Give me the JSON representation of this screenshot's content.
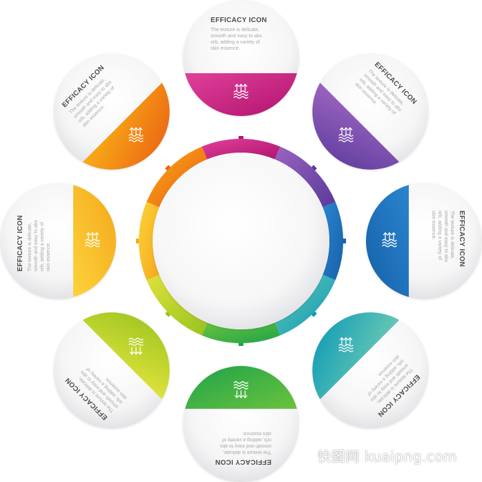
{
  "items": [
    {
      "title": "EFFICACY ICON",
      "desc": [
        "The texture is delicate,",
        "smooth and easy to abs",
        "orb, adding a variety of",
        "skin essence."
      ],
      "color1": "#e0409a",
      "color2": "#b0136e",
      "icon": "waves-arrows-up-icon"
    },
    {
      "title": "EFFICACY ICON",
      "desc": [
        "The texture is delicate,",
        "smooth and easy to abs",
        "orb, adding a variety of",
        "skin essence."
      ],
      "color1": "#9a63c0",
      "color2": "#5a3a9a",
      "icon": "waves-arrows-up-icon"
    },
    {
      "title": "EFFICACY ICON",
      "desc": [
        "The texture is delicate,",
        "smooth and easy to abs",
        "orb, adding a variety of",
        "skin essence."
      ],
      "color1": "#2b85cf",
      "color2": "#1560a8",
      "icon": "waves-arrows-up-icon"
    },
    {
      "title": "EFFICACY ICON",
      "desc": [
        "The texture is delicate,",
        "smooth and easy to abs",
        "orb, adding a variety of",
        "skin essence."
      ],
      "color1": "#66c7b4",
      "color2": "#0a98b6",
      "icon": "waves-arrows-up-icon"
    },
    {
      "title": "EFFICACY ICON",
      "desc": [
        "The texture is delicate,",
        "smooth and easy to abs",
        "orb, adding a variety of",
        "skin essence."
      ],
      "color1": "#6bc23d",
      "color2": "#1ea34a",
      "icon": "waves-arrows-down-icon"
    },
    {
      "title": "EFFICACY ICON",
      "desc": [
        "The texture is delicate,",
        "smooth and easy to abs",
        "orb, adding a variety of",
        "skin essence."
      ],
      "color1": "#dde23a",
      "color2": "#98c21f",
      "icon": "waves-arrows-down-icon"
    },
    {
      "title": "EFFICACY ICON",
      "desc": [
        "The texture is delicate,",
        "smooth and easy to abs",
        "orb, adding a variety of",
        "skin essence."
      ],
      "color1": "#fcd33a",
      "color2": "#f5a71c",
      "icon": "waves-arrows-up-icon"
    },
    {
      "title": "EFFICACY ICON",
      "desc": [
        "The texture is delicate,",
        "smooth and easy to abs",
        "orb, adding a variety of",
        "skin essence."
      ],
      "color1": "#f8ac18",
      "color2": "#ea5d12",
      "icon": "waves-arrows-up-icon"
    }
  ],
  "watermark": "快图网 kuaipng.com"
}
